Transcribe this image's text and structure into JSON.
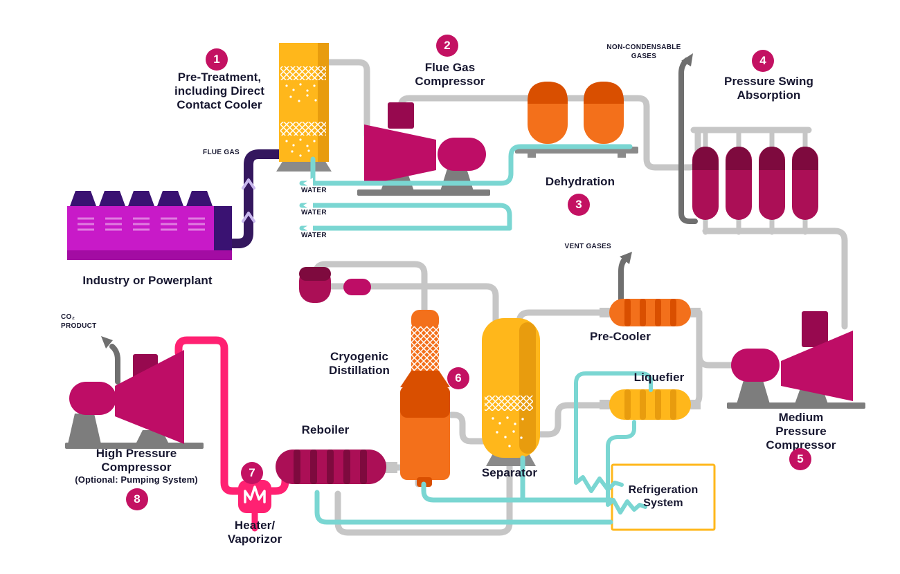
{
  "colors": {
    "background": "#ffffff",
    "text": "#171730",
    "badge": "#c31162",
    "magenta": "#be0d66",
    "magenta_dark": "#97094f",
    "crimson": "#ab0f56",
    "crimson_dark": "#7e0a3e",
    "pink": "#ff2172",
    "factory": "#c81ac8",
    "factory_dark": "#3a1272",
    "factory_shade": "#a30ca3",
    "indigo_pipe": "#34175e",
    "orange": "#f3701b",
    "orange_dark": "#d94f00",
    "yellow": "#ffb71b",
    "yellow_dark": "#e89c0e",
    "teal": "#7ad6d2",
    "pipe_gray": "#c6c6c6",
    "dark_gray": "#6f6f6f",
    "stand_gray": "#7d7d7d"
  },
  "badges": {
    "step1": "1",
    "step2": "2",
    "step3": "3",
    "step4": "4",
    "step5": "5",
    "step6": "6",
    "step7": "7",
    "step8": "8"
  },
  "labels": {
    "pretreatment": "Pre-Treatment,\nincluding Direct\nContact Cooler",
    "flue_gas_compressor": "Flue Gas\nCompressor",
    "dehydration": "Dehydration",
    "pressure_swing_absorption": "Pressure Swing\nAbsorption",
    "medium_pressure_compressor": "Medium\nPressure\nCompressor",
    "separator": "Separator",
    "cryogenic_distillation": "Cryogenic\nDistillation",
    "heater_vaporizor": "Heater/\nVaporizor",
    "high_pressure_compressor": "High Pressure\nCompressor",
    "hp_note": "(Optional: Pumping System)",
    "industry": "Industry or Powerplant",
    "reboiler": "Reboiler",
    "pre_cooler": "Pre-Cooler",
    "liquefier": "Liquefier",
    "refrigeration_system": "Refrigeration\nSystem"
  },
  "streams": {
    "flue_gas": "FLUE GAS",
    "water_1": "WATER",
    "water_2": "WATER",
    "water_3": "WATER",
    "non_condensable_gases": "NON-CONDENSABLE\nGASES",
    "vent_gases": "VENT GASES",
    "co2_product": "CO₂\nPRODUCT"
  }
}
